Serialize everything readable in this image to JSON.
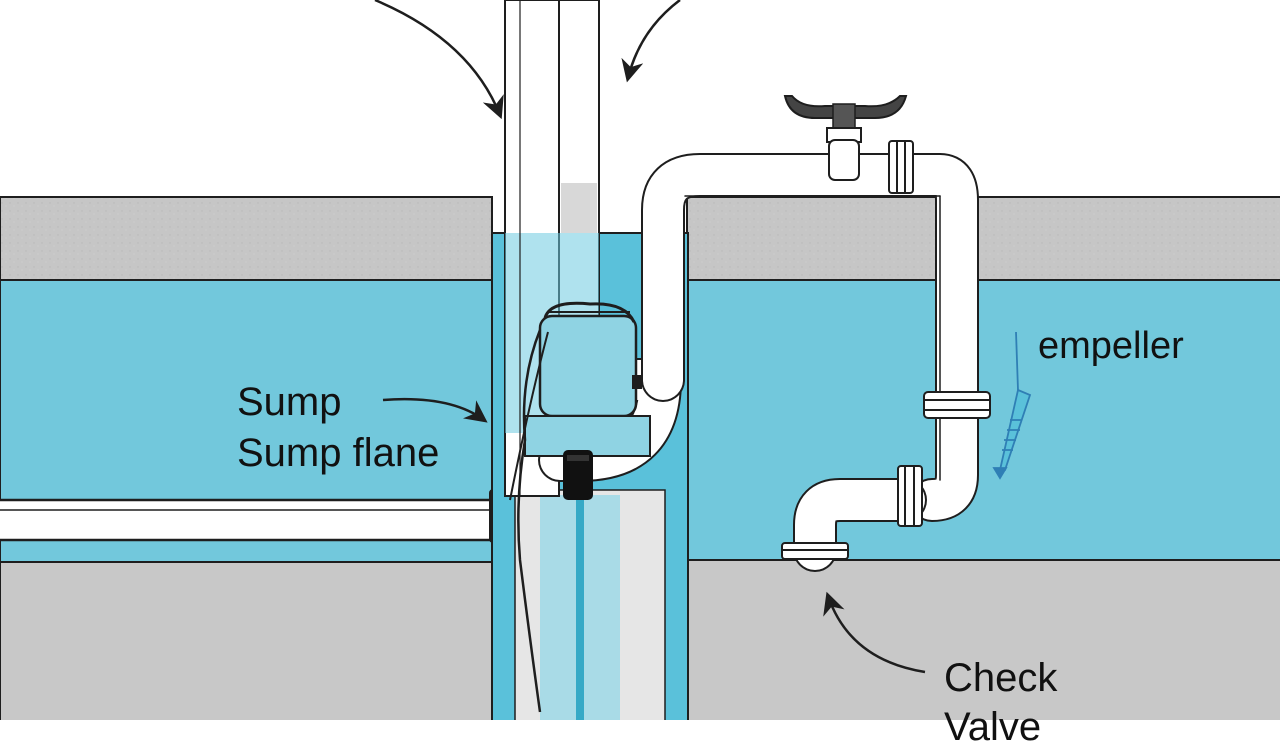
{
  "labels": {
    "sump": "Sump",
    "sump_flane": "Sump flane",
    "empeller": "empeller",
    "check": "Check",
    "valve_partial": "Valve"
  },
  "colors": {
    "water": "#72c8dc",
    "water_deep": "#5ac1da",
    "ground": "#c8c8c8",
    "ground_dark": "#b4b4b4",
    "pipe": "#ffffff",
    "outline": "#1e1e1e",
    "handle": "#444444"
  },
  "icons": {
    "pump": "submersible-pump-icon",
    "float_switch": "float-switch-icon",
    "valve_handle": "valve-handle-icon",
    "flow_arrow": "downward-flow-arrow-icon"
  }
}
